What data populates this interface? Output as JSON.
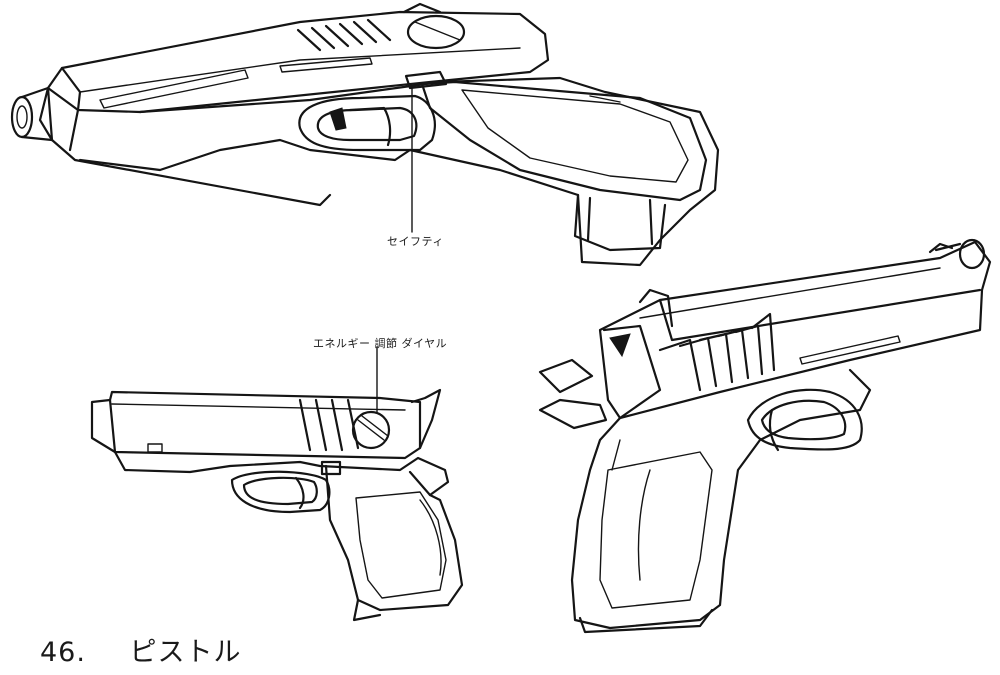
{
  "sheet": {
    "caption": {
      "number": "46.",
      "title": "ピストル"
    },
    "annotations": {
      "safety": "セイフティ",
      "energy_dial": "エネルギー 調節 ダイヤル"
    },
    "drawings": [
      {
        "view": "top-angled",
        "icon": "pistol-top-view-drawing"
      },
      {
        "view": "side",
        "icon": "pistol-side-view-drawing"
      },
      {
        "view": "rear-angled",
        "icon": "pistol-rear-view-drawing"
      }
    ],
    "colors": {
      "ink": "#151515",
      "paper": "#ffffff"
    }
  }
}
